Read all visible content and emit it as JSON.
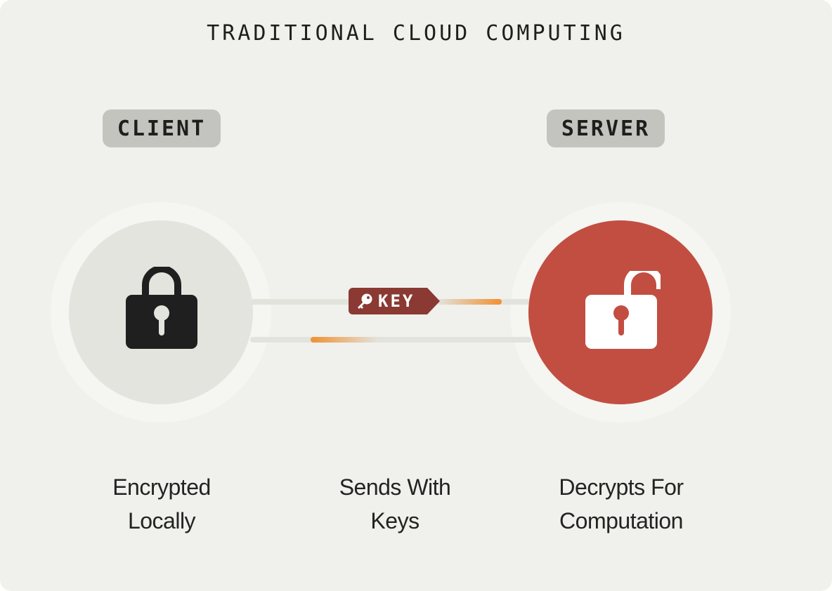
{
  "title": "TRADITIONAL CLOUD COMPUTING",
  "client": {
    "label": "CLIENT",
    "icon": "lock-closed-icon",
    "caption_line1": "Encrypted",
    "caption_line2": "Locally"
  },
  "transfer": {
    "key_label": "KEY",
    "icon": "key-icon",
    "caption_line1": "Sends With",
    "caption_line2": "Keys"
  },
  "server": {
    "label": "SERVER",
    "icon": "lock-open-icon",
    "caption_line1": "Decrypts For",
    "caption_line2": "Computation"
  },
  "colors": {
    "background": "#f0f0ec",
    "tag": "#c4c4bf",
    "server_circle": "#c24e41",
    "key_tag": "#8a3a32",
    "streak": "#f09030"
  }
}
